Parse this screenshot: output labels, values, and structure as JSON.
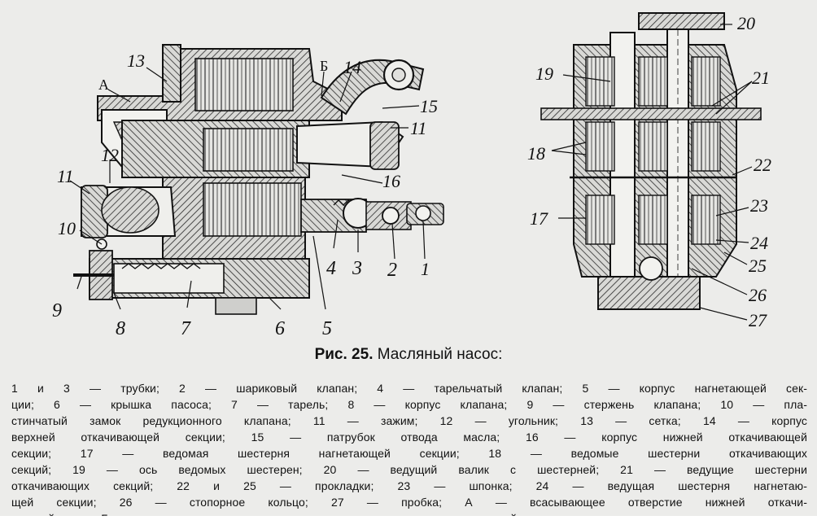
{
  "figure": {
    "title_prefix": "Рис. 25.",
    "title_text": "Масляный насос:",
    "left_labels": {
      "13": "13",
      "A": "А",
      "B": "Б",
      "14": "14",
      "15": "15",
      "11a": "11",
      "12": "12",
      "11b": "11",
      "16": "16",
      "10": "10",
      "9": "9",
      "8": "8",
      "7": "7",
      "6": "6",
      "5": "5",
      "4": "4",
      "3": "3",
      "2": "2",
      "1": "1"
    },
    "right_labels": {
      "20": "20",
      "19": "19",
      "21": "21",
      "18": "18",
      "22": "22",
      "17": "17",
      "23": "23",
      "24": "24",
      "25": "25",
      "26": "26",
      "27": "27"
    }
  },
  "legend_lines": [
    "1 и 3 — трубки; 2 — шариковый клапан; 4 — тарельчатый клапан; 5 — корпус нагнетающей сек-",
    "ции; 6 — крышка пасоса; 7 — тарель; 8 — корпус клапана; 9 — стержень клапана; 10 — пла-",
    "стинчатый замок редукционного клапана; 11 — зажим; 12 — угольник; 13 — сетка; 14 — корпус",
    "верхней откачивающей секции; 15 — патрубок отвода масла; 16 — корпус нижней откачивающей",
    "секции; 17 — ведомая шестерня нагнетающей секции; 18 — ведомые шестерни откачивающих",
    "секций; 19 — ось ведомых шестерен; 20 — ведущий валик с шестерней; 21 — ведущие шестерни",
    "откачивающих секций; 22 и 25 — прокладки; 23 — шпонка; 24 — ведущая шестерня нагнетаю-",
    "щей секции; 26 — стопорное кольцо; 27 — пробка; А — всасывающее отверстие нижней откачи-",
    "вающей секции; Б — отверстие, соединяющее нагнетательные камеры откачивающих секций"
  ]
}
